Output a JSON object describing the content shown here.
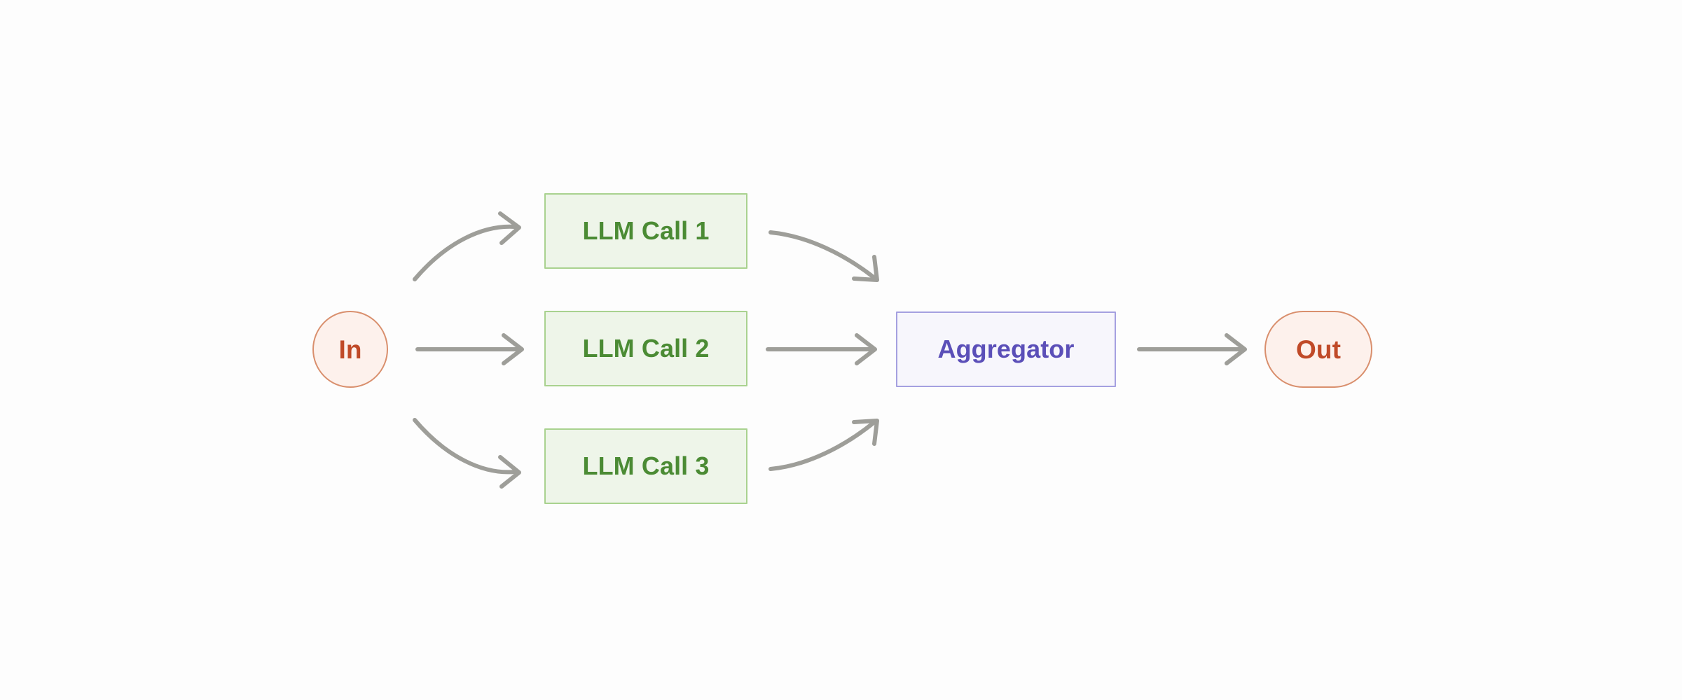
{
  "diagram": {
    "type": "flowchart",
    "orientation": "left-to-right",
    "background_color": "#fdfdfd",
    "edge_color": "#9e9e99",
    "nodes": [
      {
        "id": "in",
        "label": "In",
        "shape": "circle",
        "fill": "#fdf1ec",
        "stroke": "#d98f6d",
        "text_color": "#c04a28"
      },
      {
        "id": "llm-call-1",
        "label": "LLM Call 1",
        "shape": "rectangle",
        "fill": "#eef5e9",
        "stroke": "#a9d28f",
        "text_color": "#4b8b34"
      },
      {
        "id": "llm-call-2",
        "label": "LLM Call 2",
        "shape": "rectangle",
        "fill": "#eef5e9",
        "stroke": "#a9d28f",
        "text_color": "#4b8b34"
      },
      {
        "id": "llm-call-3",
        "label": "LLM Call 3",
        "shape": "rectangle",
        "fill": "#eef5e9",
        "stroke": "#a9d28f",
        "text_color": "#4b8b34"
      },
      {
        "id": "aggregator",
        "label": "Aggregator",
        "shape": "rectangle",
        "fill": "#f7f6fc",
        "stroke": "#a5a0e0",
        "text_color": "#5b4fb8"
      },
      {
        "id": "out",
        "label": "Out",
        "shape": "stadium",
        "fill": "#fdf1ec",
        "stroke": "#d98f6d",
        "text_color": "#c04a28"
      }
    ],
    "edges": [
      {
        "id": "in-to-llm-1",
        "from": "in",
        "to": "llm-call-1",
        "style": "curved",
        "label": ""
      },
      {
        "id": "in-to-llm-2",
        "from": "in",
        "to": "llm-call-2",
        "style": "straight",
        "label": ""
      },
      {
        "id": "in-to-llm-3",
        "from": "in",
        "to": "llm-call-3",
        "style": "curved",
        "label": ""
      },
      {
        "id": "llm-1-to-aggregator",
        "from": "llm-call-1",
        "to": "aggregator",
        "style": "curved",
        "label": ""
      },
      {
        "id": "llm-2-to-aggregator",
        "from": "llm-call-2",
        "to": "aggregator",
        "style": "straight",
        "label": ""
      },
      {
        "id": "llm-3-to-aggregator",
        "from": "llm-call-3",
        "to": "aggregator",
        "style": "curved",
        "label": ""
      },
      {
        "id": "aggregator-to-out",
        "from": "aggregator",
        "to": "out",
        "style": "straight",
        "label": ""
      }
    ]
  }
}
